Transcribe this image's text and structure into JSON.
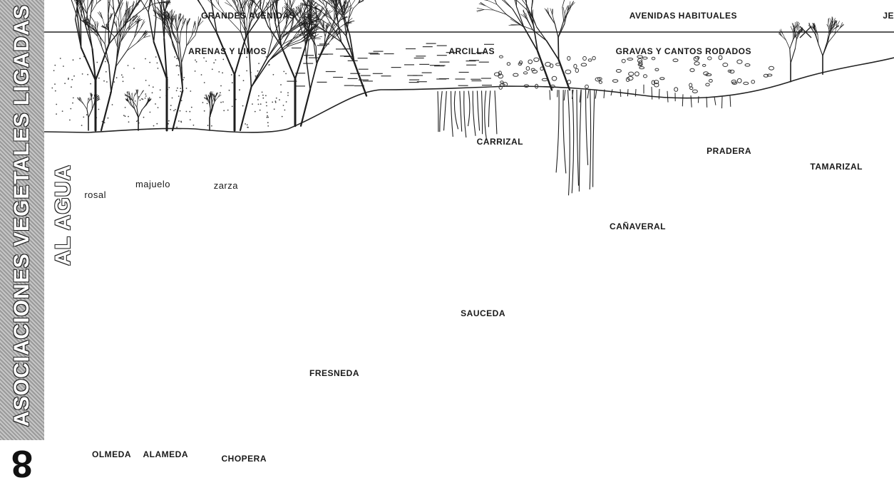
{
  "page": {
    "number": "8",
    "vertical_title": "ASOCIACIONES VEGETALES LIGADAS AL AGUA"
  },
  "top_bar": {
    "left_span": "GRANDES AVENIDAS",
    "right_span": "AVENIDAS HABITUALES",
    "edge_fragment": "JE"
  },
  "substrate": {
    "sand": "ARENAS Y LIMOS",
    "clay": "ARCILLAS",
    "gravel": "GRAVAS Y CANTOS RODADOS"
  },
  "communities": {
    "olmeda": "OLMEDA",
    "alameda": "ALAMEDA",
    "chopera": "CHOPERA",
    "fresneda": "FRESNEDA",
    "sauceda": "SAUCEDA",
    "carrizal": "CARRIZAL",
    "canaveral": "CAÑAVERAL",
    "pradera": "PRADERA",
    "tamarizal": "TAMARIZAL"
  },
  "shrubs": {
    "rosal": "rosal",
    "majuelo": "majuelo",
    "zarza": "zarza"
  }
}
